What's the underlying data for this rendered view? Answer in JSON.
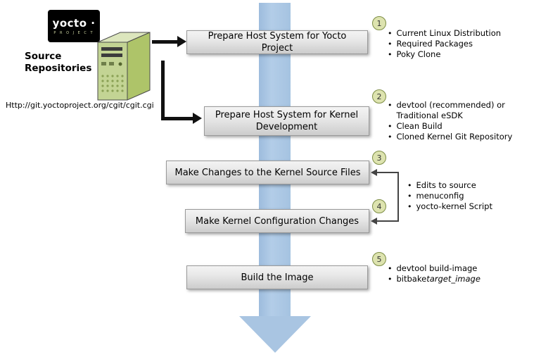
{
  "logo": {
    "brand": "yocto ·",
    "tagline": "P R O J E C T"
  },
  "source_repos": {
    "title_line1": "Source",
    "title_line2": "Repositories",
    "url": "Http://git.yoctoproject.org/cgit/cgit.cgi"
  },
  "steps": [
    {
      "num": "1",
      "label": "Prepare Host System for Yocto Project",
      "bullets": [
        "Current Linux Distribution",
        "Required Packages",
        "Poky Clone"
      ]
    },
    {
      "num": "2",
      "label": "Prepare Host System for Kernel Development",
      "bullets": [
        "devtool (recommended) or Traditional eSDK",
        "Clean Build",
        "Cloned Kernel Git Repository"
      ]
    },
    {
      "num": "3",
      "label": "Make Changes to the Kernel Source Files",
      "bullets": []
    },
    {
      "num": "4",
      "label": "Make Kernel Configuration Changes",
      "bullets": []
    },
    {
      "num": "5",
      "label": "Build the Image",
      "bullets": [
        "devtool build-image"
      ]
    }
  ],
  "step5_bitbake": {
    "prefix": "bitbake ",
    "italic": "target_image"
  },
  "shared_bullets": {
    "items": [
      "Edits to source",
      "menuconfig",
      "yocto-kernel Script"
    ]
  },
  "colors": {
    "flow_arrow": "#a9c5e2",
    "box_fill": "#dddddd",
    "circle_fill": "#dde3af",
    "circle_border": "#7d8d45",
    "server_green": "#b5c98a"
  }
}
